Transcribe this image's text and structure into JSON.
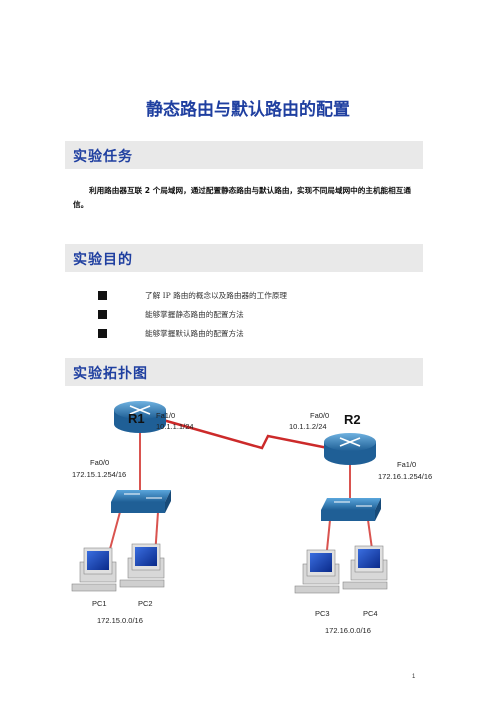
{
  "title": "静态路由与默认路由的配置",
  "sections": {
    "task": {
      "heading": "实验任务",
      "text": "利用路由器互联 2 个局域网，通过配置静态路由与默认路由，实现不同局域网中的主机能相互通信。"
    },
    "objective": {
      "heading": "实验目的",
      "items": [
        "了解 IP 路由的概念以及路由器的工作原理",
        "能够掌握静态路由的配置方法",
        "能够掌握默认路由的配置方法"
      ]
    },
    "topology": {
      "heading": "实验拓扑图"
    }
  },
  "topology": {
    "r1": {
      "name": "R1",
      "fa10": "Fa1/0",
      "fa10_ip": "10.1.1.1/24",
      "fa00": "Fa0/0",
      "fa00_ip": "172.15.1.254/16"
    },
    "r2": {
      "name": "R2",
      "fa00": "Fa0/0",
      "fa00_ip": "10.1.1.2/24",
      "fa10": "Fa1/0",
      "fa10_ip": "172.16.1.254/16"
    },
    "pcs": {
      "pc1": "PC1",
      "pc2": "PC2",
      "pc3": "PC3",
      "pc4": "PC4"
    },
    "net1": "172.15.0.0/16",
    "net2": "172.16.0.0/16",
    "colors": {
      "device": "#2a7fbf",
      "link_lan": "#d9534f",
      "link_wan": "#cc2a2a"
    }
  },
  "page_number": "1"
}
